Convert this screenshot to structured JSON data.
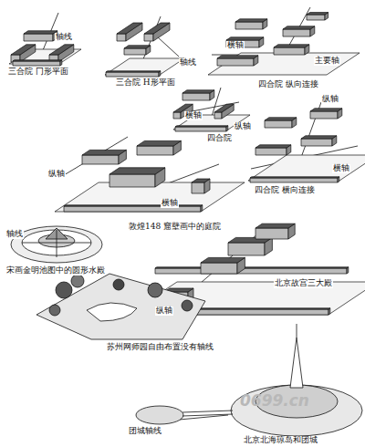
{
  "diagram": {
    "labels": [
      "轴线",
      "三合院 冂形平面",
      "三合院 H形平面",
      "轴线",
      "横轴",
      "主要轴",
      "四合院 纵向连接",
      "横轴",
      "纵轴",
      "四合院",
      "纵轴",
      "横轴",
      "四合院 横向连接",
      "纵轴",
      "横轴",
      "敦煌148 窟壁画中的庭院",
      "轴线",
      "宋画金明池图中的圆形水殿",
      "纵轴",
      "北京故宫三大殿",
      "苏州网师园自由布置没有轴线",
      "团城轴线",
      "北京北海琼岛和团城",
      "0699.cn"
    ]
  }
}
